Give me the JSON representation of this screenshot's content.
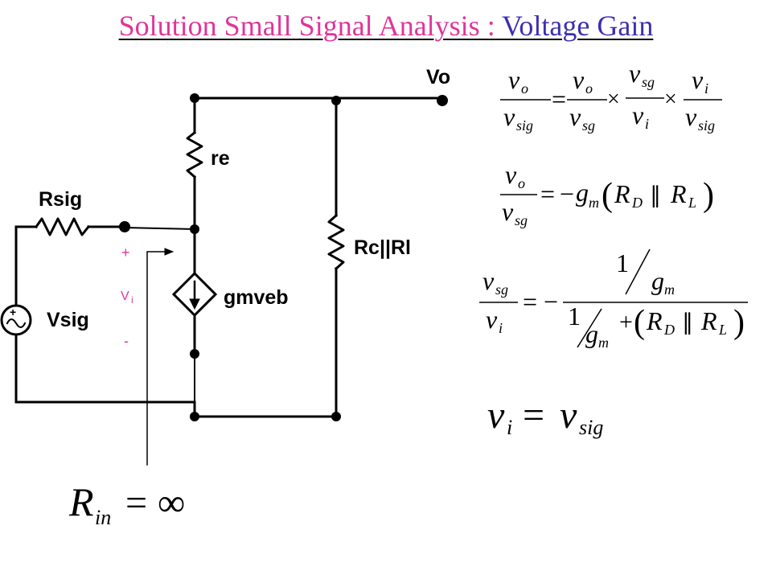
{
  "title": {
    "part1": "Solution Small Signal Analysis : ",
    "part2": "Voltage Gain",
    "color_part1": "#e0359c",
    "color_part2": "#3b2fb0"
  },
  "circuit": {
    "labels": {
      "vo": "Vo",
      "re": "re",
      "rsig": "Rsig",
      "rcrl": "Rc||Rl",
      "gmveb": "gmveb",
      "vsig": "Vsig",
      "vi_plus": "+",
      "vi_letter": "V",
      "vi_sub": "i",
      "vi_minus": "-"
    },
    "wire_color": "#000000",
    "annotation_color": "#e0359c"
  },
  "equations": {
    "eq1": {
      "v": "v",
      "o": "o",
      "sig": "sig",
      "sg": "sg",
      "i": "i",
      "eq": "=",
      "times": "×"
    },
    "eq2": {
      "eq": "=",
      "minus": "−",
      "g": "g",
      "m": "m",
      "lparen": "(",
      "rparen": ")",
      "R": "R",
      "D": "D",
      "L": "L",
      "par": "∥"
    },
    "eq3": {
      "one": "1",
      "plus": "+",
      "minus": "−"
    },
    "eq4": {
      "text_v": "v",
      "i": "i",
      "eq": "=",
      "sig": "sig"
    },
    "rin": {
      "R": "R",
      "in": "in",
      "eq": "=",
      "inf": "∞"
    }
  }
}
